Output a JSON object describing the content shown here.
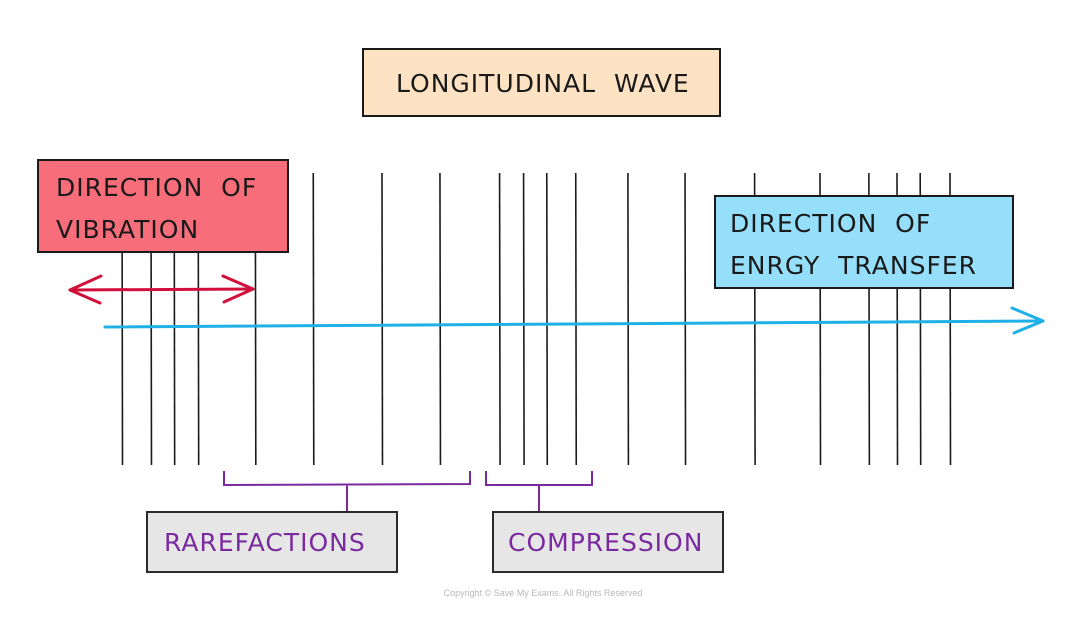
{
  "title": "LONGITUDINAL  WAVE",
  "vibration_box": {
    "lines": [
      "DIRECTION  OF",
      "VIBRATION"
    ],
    "color": "#f76d7a"
  },
  "energy_box": {
    "lines": [
      "DIRECTION  OF",
      "ENRGY  TRANSFER"
    ],
    "color": "#96dffb"
  },
  "rarefactions_label": "RAREFACTIONS",
  "compression_label": "COMPRESSION",
  "copyright": "Copyright © Save My Exams. All Rights Reserved",
  "colors": {
    "title_fill": "#fde3c3",
    "vibration_arrow": "#d0103a",
    "energy_arrow": "#1eb0e6",
    "bracket": "#7a2a9f",
    "label_fill": "#e6e6e6",
    "wave_lines": "#1a1a1a"
  },
  "wave": {
    "line_count": 20,
    "line_positions_relative": [
      0.0,
      0.035,
      0.063,
      0.092,
      0.161,
      0.231,
      0.314,
      0.384,
      0.456,
      0.485,
      0.513,
      0.548,
      0.611,
      0.68,
      0.764,
      0.843,
      0.902,
      0.936,
      0.964,
      1.0
    ]
  },
  "annotations": [
    {
      "id": "rarefactions",
      "span_lines": [
        4,
        7
      ]
    },
    {
      "id": "compression",
      "span_lines": [
        8,
        11
      ]
    }
  ]
}
